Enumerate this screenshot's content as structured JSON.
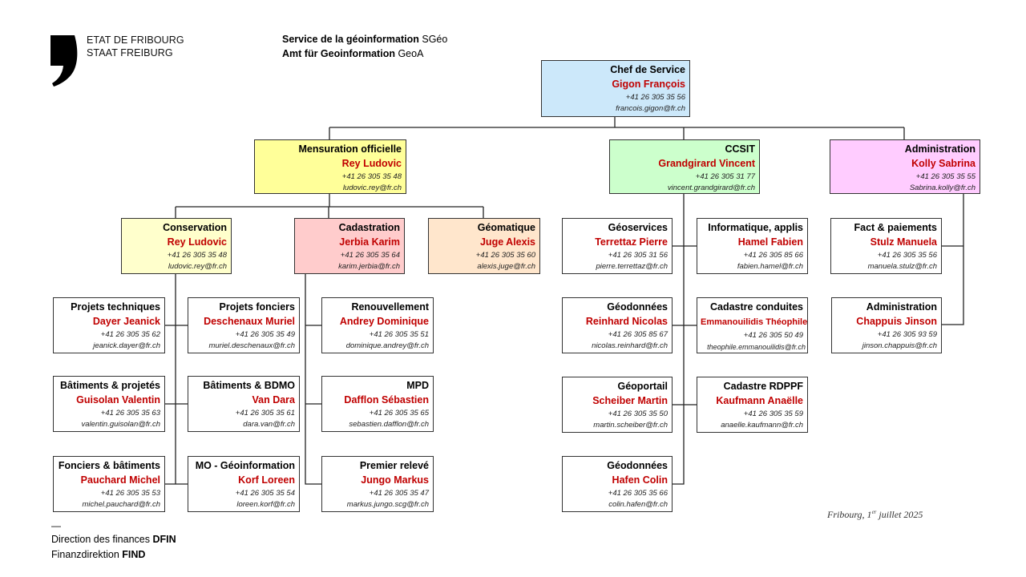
{
  "header": {
    "logo_icon": "comma-logo-icon",
    "logo_line1": "ETAT DE FRIBOURG",
    "logo_line2": "STAAT FREIBURG",
    "service_fr_bold": "Service de la géoinformation",
    "service_fr_abbr": "SGéo",
    "service_de_bold": "Amt für Geoinformation",
    "service_de_abbr": "GeoA"
  },
  "colors": {
    "name_red": "#c00000",
    "chef_fill": "#cce8fa",
    "mensuration_fill": "#ffff99",
    "ccsit_fill": "#ccffcc",
    "administration_fill": "#ffccff",
    "conservation_fill": "#ffffcc",
    "cadastration_fill": "#ffcccc",
    "geomatique_fill": "#ffe6cc"
  },
  "units": {
    "chef": {
      "title": "Chef de Service",
      "name": "Gigon François",
      "phone": "+41 26 305 35 56",
      "email": "francois.gigon@fr.ch"
    },
    "mensuration": {
      "title": "Mensuration officielle",
      "name": "Rey Ludovic",
      "phone": "+41 26 305 35 48",
      "email": "ludovic.rey@fr.ch"
    },
    "ccsit": {
      "title": "CCSIT",
      "name": "Grandgirard Vincent",
      "phone": "+41 26 305 31 77",
      "email": "vincent.grandgirard@fr.ch"
    },
    "administration": {
      "title": "Administration",
      "name": "Kolly Sabrina",
      "phone": "+41 26 305 35 55",
      "email": "Sabrina.kolly@fr.ch"
    },
    "conservation": {
      "title": "Conservation",
      "name": "Rey Ludovic",
      "phone": "+41 26 305 35 48",
      "email": "ludovic.rey@fr.ch"
    },
    "cadastration": {
      "title": "Cadastration",
      "name": "Jerbia Karim",
      "phone": "+41 26 305 35 64",
      "email": "karim.jerbia@fr.ch"
    },
    "geomatique": {
      "title": "Géomatique",
      "name": "Juge Alexis",
      "phone": "+41 26 305 35 60",
      "email": "alexis.juge@fr.ch"
    },
    "projets_techniques": {
      "title": "Projets techniques",
      "name": "Dayer Jeanick",
      "phone": "+41 26 305 35 62",
      "email": "jeanick.dayer@fr.ch"
    },
    "projets_fonciers": {
      "title": "Projets fonciers",
      "name": "Deschenaux Muriel",
      "phone": "+41 26 305 35 49",
      "email": "muriel.deschenaux@fr.ch"
    },
    "batiments_projetes": {
      "title": "Bâtiments & projetés",
      "name": "Guisolan Valentin",
      "phone": "+41 26 305 35 63",
      "email": "valentin.guisolan@fr.ch"
    },
    "batiments_bdmo": {
      "title": "Bâtiments & BDMO",
      "name": "Van Dara",
      "phone": "+41 26 305 35 61",
      "email": "dara.van@fr.ch"
    },
    "fonciers_batiments": {
      "title": "Fonciers & bâtiments",
      "name": "Pauchard Michel",
      "phone": "+41 26 305 35 53",
      "email": "michel.pauchard@fr.ch"
    },
    "mo_geoinformation": {
      "title": "MO - Géoinformation",
      "name": "Korf Loreen",
      "phone": "+41 26 305 35 54",
      "email": "loreen.korf@fr.ch"
    },
    "renouvellement": {
      "title": "Renouvellement",
      "name": "Andrey Dominique",
      "phone": "+41 26 305 35 51",
      "email": "dominique.andrey@fr.ch"
    },
    "mpd": {
      "title": "MPD",
      "name": "Dafflon Sébastien",
      "phone": "+41 26 305 35 65",
      "email": "sebastien.dafflon@fr.ch"
    },
    "premier_releve": {
      "title": "Premier relevé",
      "name": "Jungo Markus",
      "phone": "+41 26 305 35 47",
      "email": "markus.jungo.scg@fr.ch"
    },
    "geoservices": {
      "title": "Géoservices",
      "name": "Terrettaz Pierre",
      "phone": "+41 26 305 31 56",
      "email": "pierre.terrettaz@fr.ch"
    },
    "informatique": {
      "title": "Informatique, applis",
      "name": "Hamel Fabien",
      "phone": "+41 26 305 85 66",
      "email": "fabien.hamel@fr.ch"
    },
    "geodonnees_1": {
      "title": "Géodonnées",
      "name": "Reinhard Nicolas",
      "phone": "+41 26 305 85 67",
      "email": "nicolas.reinhard@fr.ch"
    },
    "cadastre_conduites": {
      "title": "Cadastre conduites",
      "name": "Emmanouilidis Théophile",
      "phone": "+41 26 305 50 49",
      "email": "theophile.emmanouilidis@fr.ch"
    },
    "geoportail": {
      "title": "Géoportail",
      "name": "Scheiber Martin",
      "phone": "+41 26 305 35 50",
      "email": "martin.scheiber@fr.ch"
    },
    "cadastre_rdppf": {
      "title": "Cadastre RDPPF",
      "name": "Kaufmann Anaëlle",
      "phone": "+41 26 305 35 59",
      "email": "anaelle.kaufmann@fr.ch"
    },
    "geodonnees_2": {
      "title": "Géodonnées",
      "name": "Hafen Colin",
      "phone": "+41 26 305 35 66",
      "email": "colin.hafen@fr.ch"
    },
    "fact_paiements": {
      "title": "Fact & paiements",
      "name": "Stulz Manuela",
      "phone": "+41 26 305 35 56",
      "email": "manuela.stulz@fr.ch"
    },
    "administration_2": {
      "title": "Administration",
      "name": "Chappuis Jinson",
      "phone": "+41 26 305 93 59",
      "email": "jinson.chappuis@fr.ch"
    }
  },
  "footer": {
    "dash": "—",
    "line1_regular": "Direction des finances",
    "line1_bold": "DFIN",
    "line2_regular": "Finanzdirektion",
    "line2_bold": "FIND",
    "date_prefix": "Fribourg, 1",
    "date_sup": "er",
    "date_suffix": " juillet 2025"
  }
}
